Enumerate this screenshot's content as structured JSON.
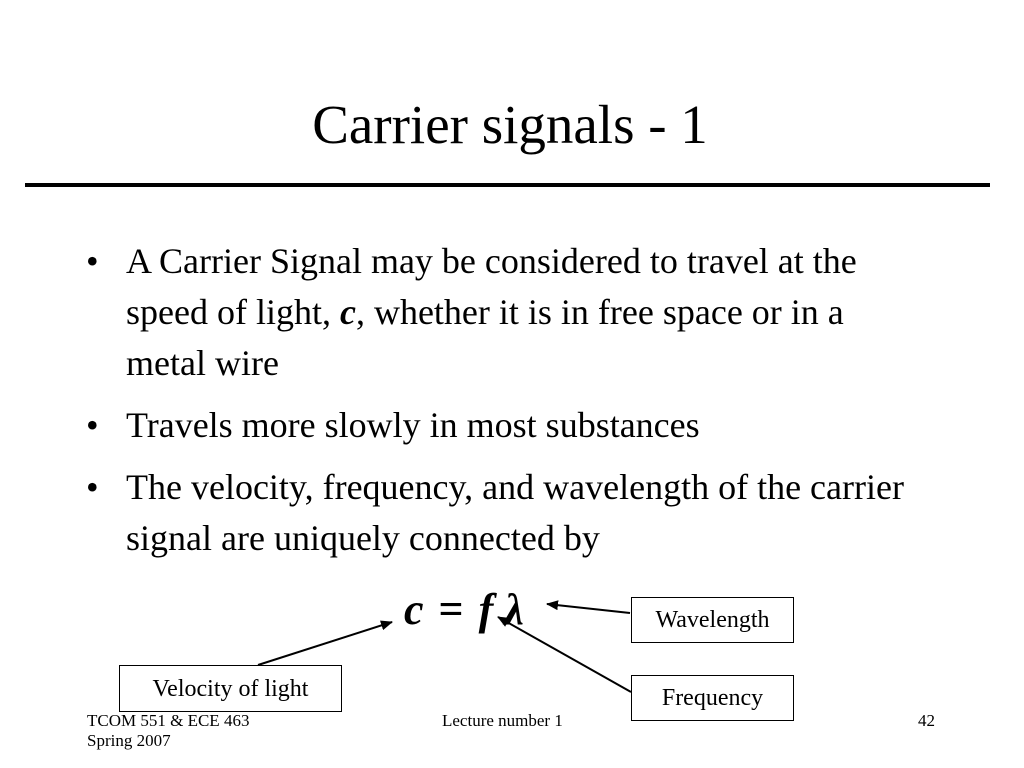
{
  "slide": {
    "title": "Carrier signals - 1",
    "bullet_marker": "•",
    "bullets": [
      {
        "text_part1": "A Carrier Signal may be considered to travel at the speed of light, ",
        "emphasis": "c",
        "text_part2": ", whether it is in free space or in a metal wire"
      },
      {
        "text": "Travels more slowly in most substances"
      },
      {
        "text": "The velocity, frequency, and wavelength of the carrier signal are uniquely connected by"
      }
    ],
    "equation": {
      "lhs": "c",
      "equals": "=",
      "f": "f",
      "lambda": "λ"
    },
    "labels": {
      "wavelength": "Wavelength",
      "frequency": "Frequency",
      "velocity": "Velocity of light"
    }
  },
  "footer": {
    "course": "TCOM 551 & ECE 463",
    "term": "Spring 2007",
    "lecture": "Lecture number 1",
    "page_number": "42"
  }
}
